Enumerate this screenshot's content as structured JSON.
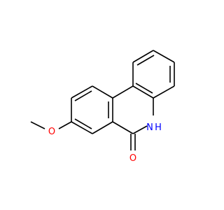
{
  "molecule": {
    "atom_labels": {
      "methoxy_oxygen": "O",
      "carbonyl_oxygen": "O",
      "nitrogen": "N",
      "nitrogen_hydrogen": "H"
    },
    "colors": {
      "bond": "#000000",
      "oxygen": "#ff0000",
      "nitrogen": "#0000ff",
      "background": "#ffffff"
    }
  }
}
